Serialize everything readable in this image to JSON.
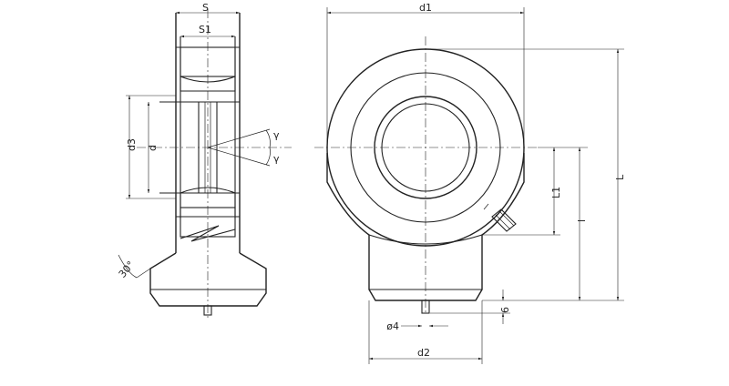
{
  "drawing": {
    "dimension_labels": {
      "S": "S",
      "S1": "S1",
      "d1": "d1",
      "d3": "d3",
      "d": "d",
      "gamma_top": "γ",
      "gamma_bottom": "γ",
      "angle": "30°",
      "L1": "L1",
      "l": "l",
      "L": "L",
      "d4": "ø4",
      "six": "6",
      "d2": "d2"
    },
    "colors": {
      "line": "#222222",
      "background": "#ffffff"
    }
  }
}
